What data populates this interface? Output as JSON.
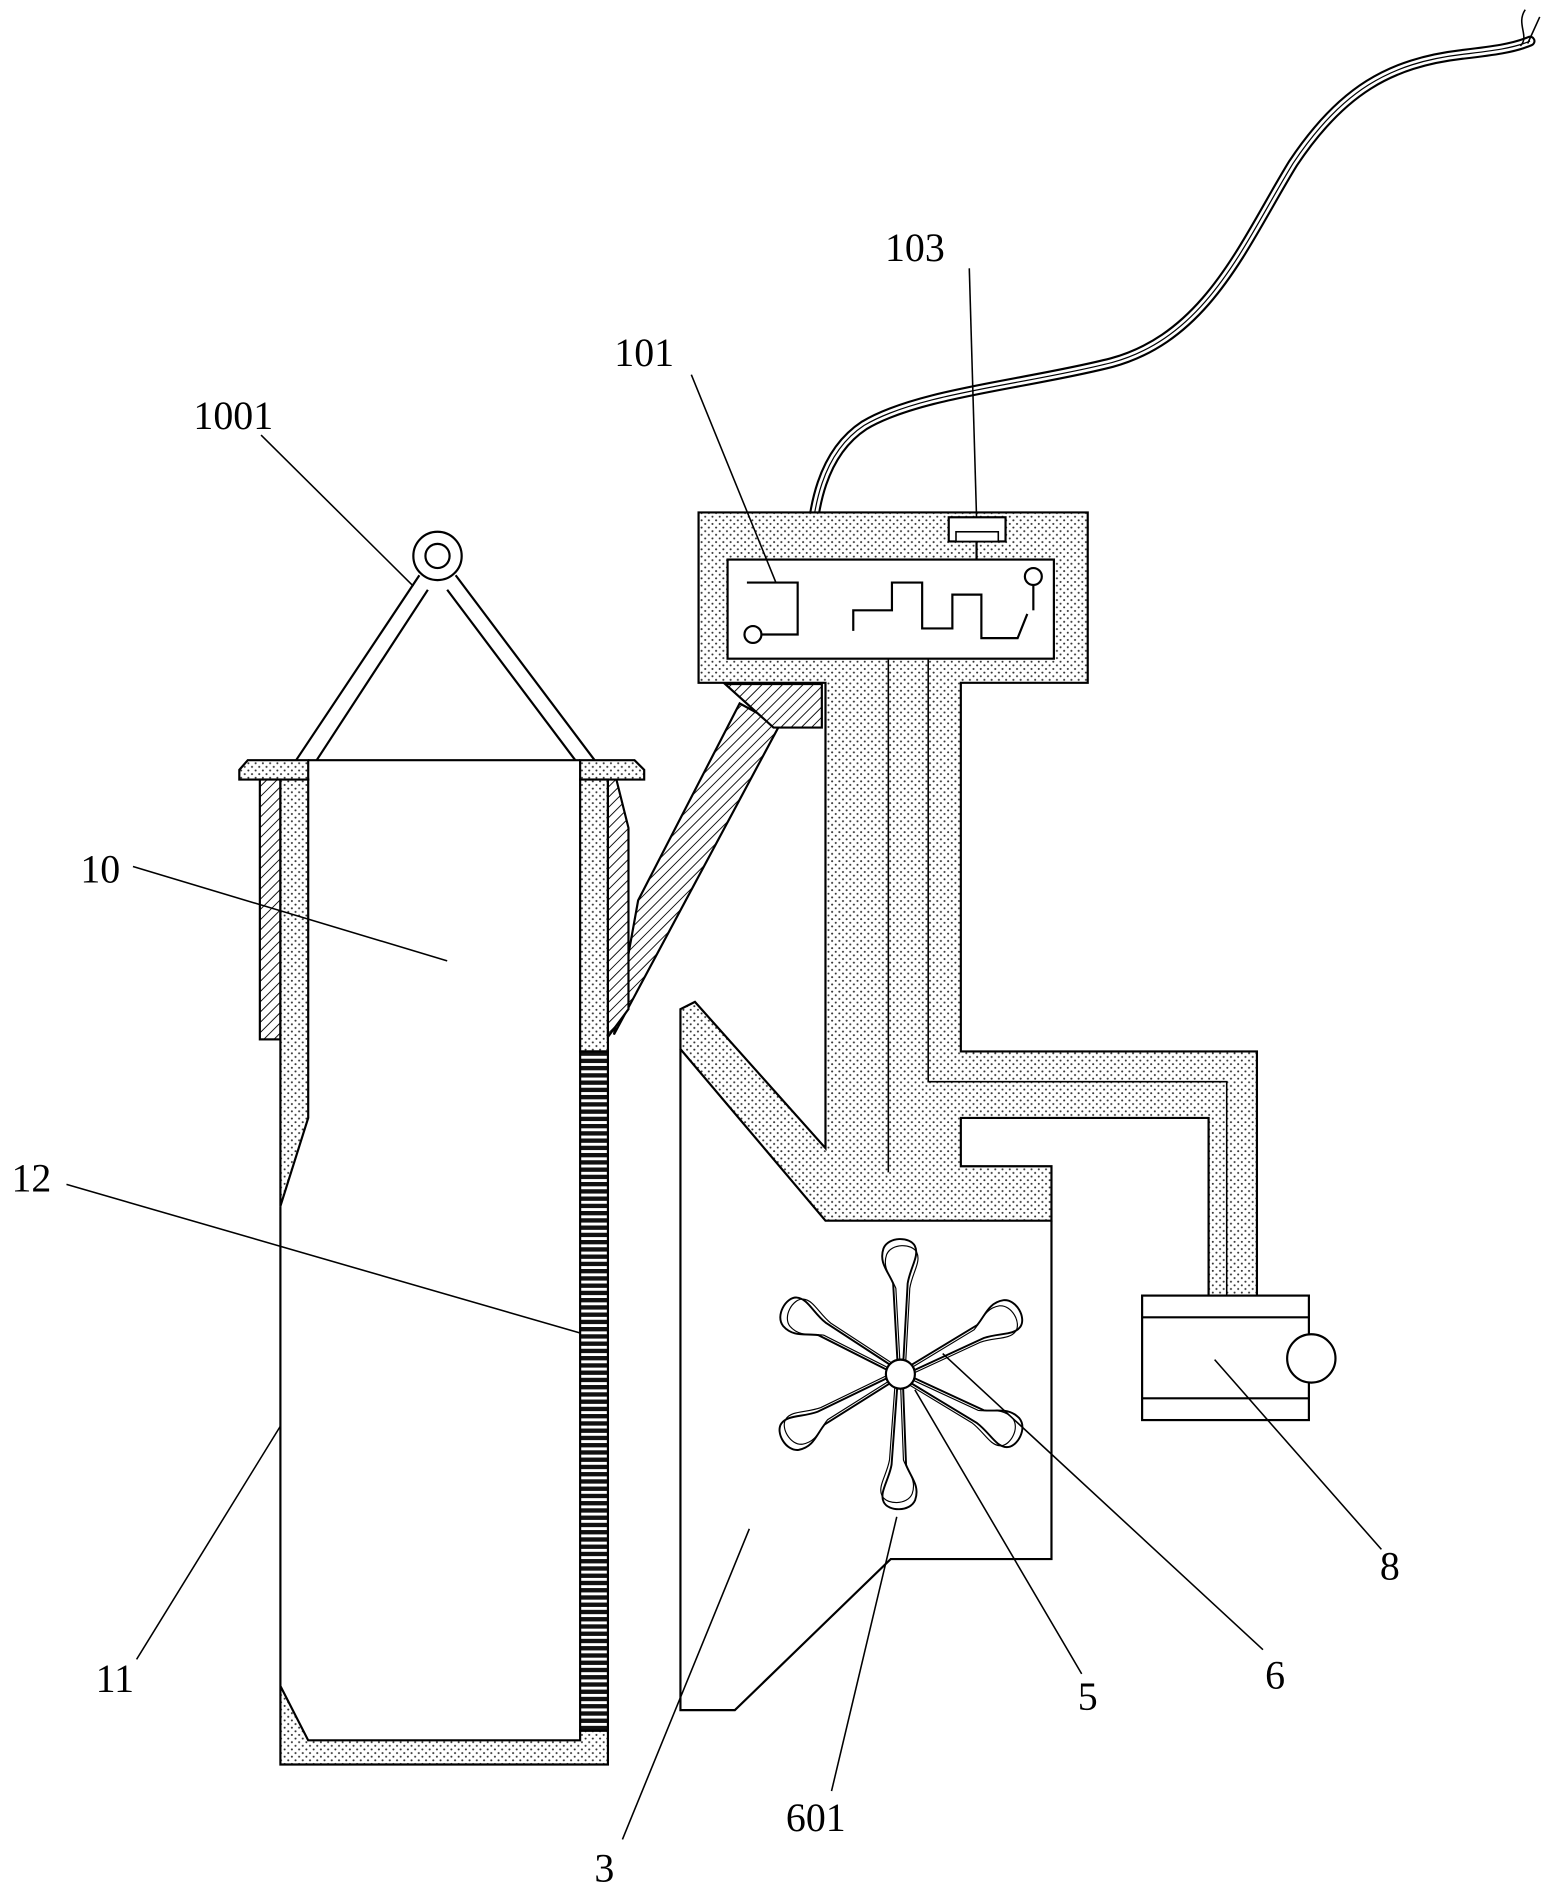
{
  "labels": {
    "part_103": "103",
    "part_101": "101",
    "part_1001": "1001",
    "part_10": "10",
    "part_12": "12",
    "part_11": "11",
    "part_3": "3",
    "part_601": "601",
    "part_5": "5",
    "part_6": "6",
    "part_8": "8"
  }
}
